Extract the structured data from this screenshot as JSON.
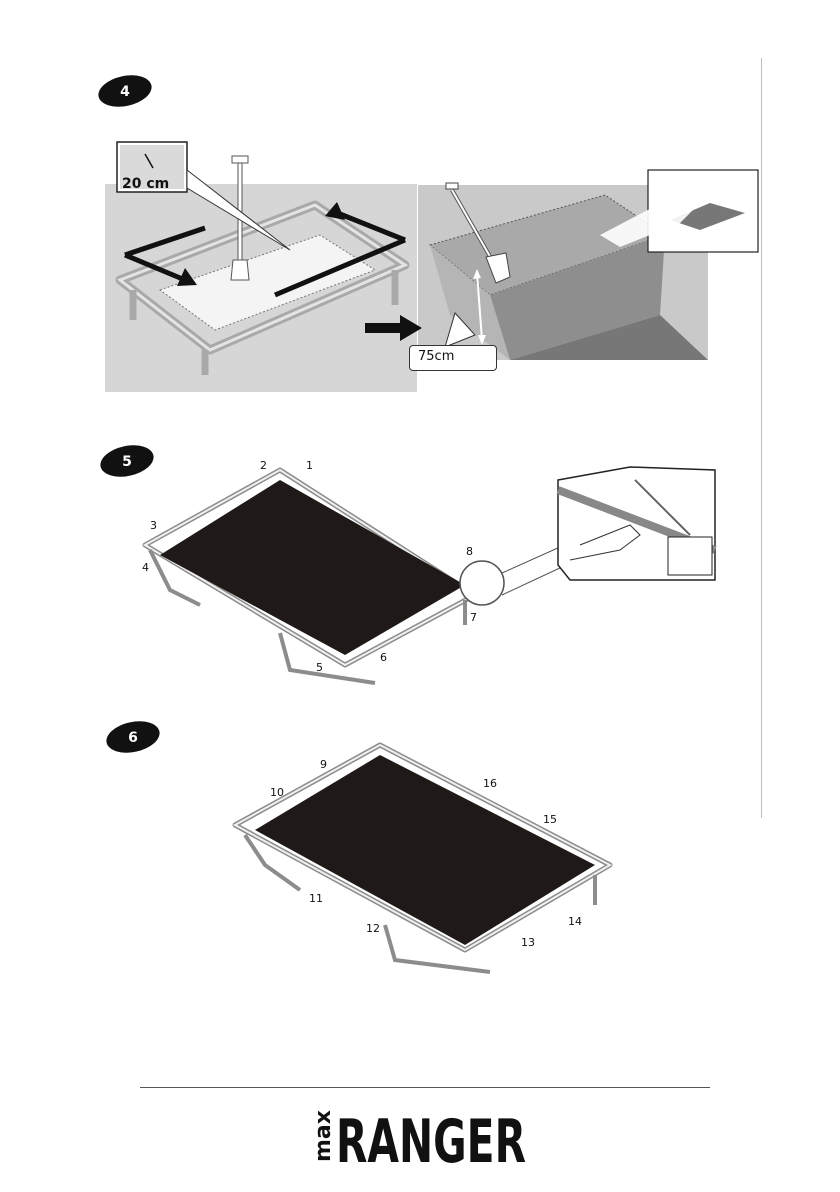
{
  "steps": [
    {
      "number": "4"
    },
    {
      "number": "5"
    },
    {
      "number": "6"
    }
  ],
  "step4": {
    "depth_inset_label": "20 cm",
    "pit_depth_label": "75cm"
  },
  "step5": {
    "labels": [
      "1",
      "2",
      "3",
      "4",
      "5",
      "6",
      "7",
      "8"
    ]
  },
  "step6": {
    "labels": [
      "9",
      "10",
      "11",
      "12",
      "13",
      "14",
      "15",
      "16"
    ]
  },
  "brand": {
    "prefix": "max",
    "name": "RANGER"
  },
  "colors": {
    "panel_gray": "#d6d6d6",
    "pit_gray": "#9a9a9a",
    "mat": "#1f1a18",
    "frame": "#8c8c8c"
  }
}
